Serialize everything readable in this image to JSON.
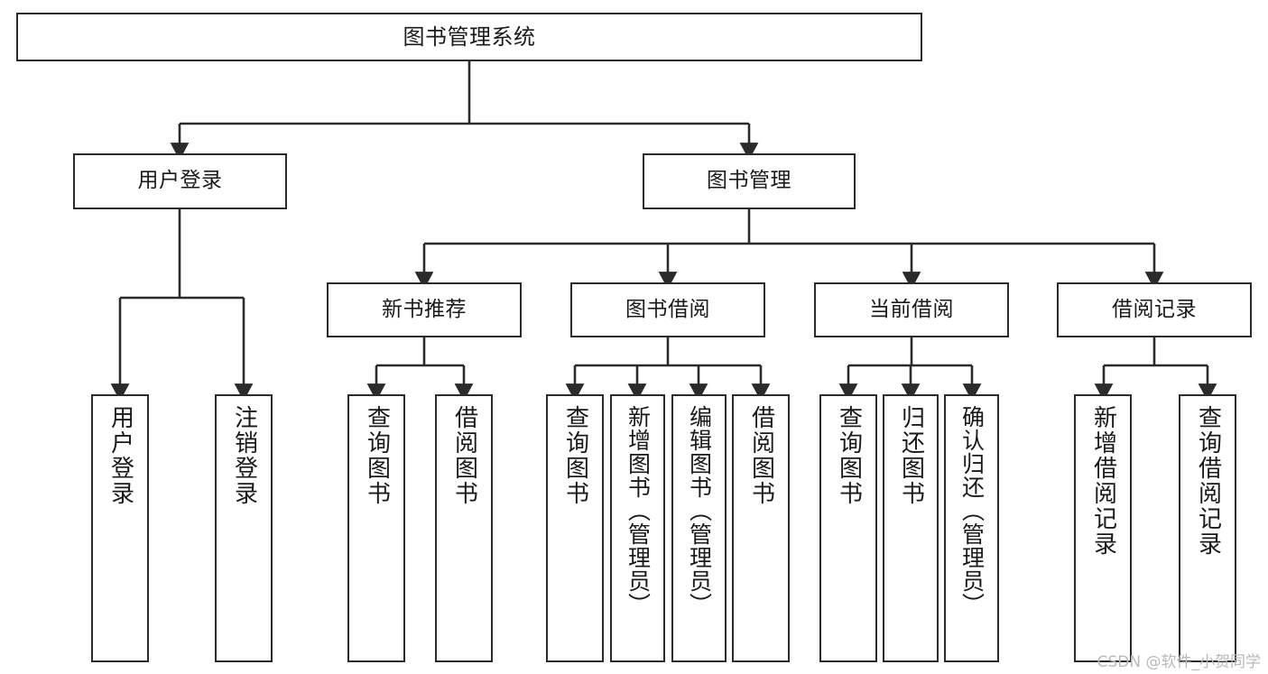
{
  "diagram": {
    "type": "tree",
    "title": "图书管理系统",
    "orientation": "top-down",
    "colors": {
      "box_border": "#2b2b2b",
      "box_fill": "#ffffff",
      "edge": "#2b2b2b",
      "text": "#1a1a1a",
      "watermark": "#b9b9b9",
      "background": "#ffffff"
    },
    "root": {
      "id": "root",
      "label": "图书管理系统"
    },
    "level2": [
      {
        "id": "l2-0",
        "label": "用户登录"
      },
      {
        "id": "l2-1",
        "label": "图书管理"
      }
    ],
    "level3": [
      {
        "id": "l3-0",
        "label": "新书推荐",
        "parent": "图书管理"
      },
      {
        "id": "l3-1",
        "label": "图书借阅",
        "parent": "图书管理"
      },
      {
        "id": "l3-2",
        "label": "当前借阅",
        "parent": "图书管理"
      },
      {
        "id": "l3-3",
        "label": "借阅记录",
        "parent": "图书管理"
      }
    ],
    "leaves": [
      {
        "id": "leaf-0",
        "label": "用户登录",
        "parent": "用户登录"
      },
      {
        "id": "leaf-1",
        "label": "注销登录",
        "parent": "用户登录"
      },
      {
        "id": "leaf-2",
        "label": "查询图书",
        "parent": "新书推荐"
      },
      {
        "id": "leaf-3",
        "label": "借阅图书",
        "parent": "新书推荐"
      },
      {
        "id": "leaf-4",
        "label": "查询图书",
        "parent": "图书借阅"
      },
      {
        "id": "leaf-5",
        "label": "新增图书（管理员）",
        "parent": "图书借阅"
      },
      {
        "id": "leaf-6",
        "label": "编辑图书（管理员）",
        "parent": "图书借阅"
      },
      {
        "id": "leaf-7",
        "label": "借阅图书",
        "parent": "图书借阅"
      },
      {
        "id": "leaf-8",
        "label": "查询图书",
        "parent": "当前借阅"
      },
      {
        "id": "leaf-9",
        "label": "归还图书",
        "parent": "当前借阅"
      },
      {
        "id": "leaf-10",
        "label": "确认归还（管理员）",
        "parent": "当前借阅"
      },
      {
        "id": "leaf-11",
        "label": "新增借阅记录",
        "parent": "借阅记录"
      },
      {
        "id": "leaf-12",
        "label": "查询借阅记录",
        "parent": "借阅记录"
      }
    ],
    "watermark": "CSDN @软件_小贺同学"
  }
}
